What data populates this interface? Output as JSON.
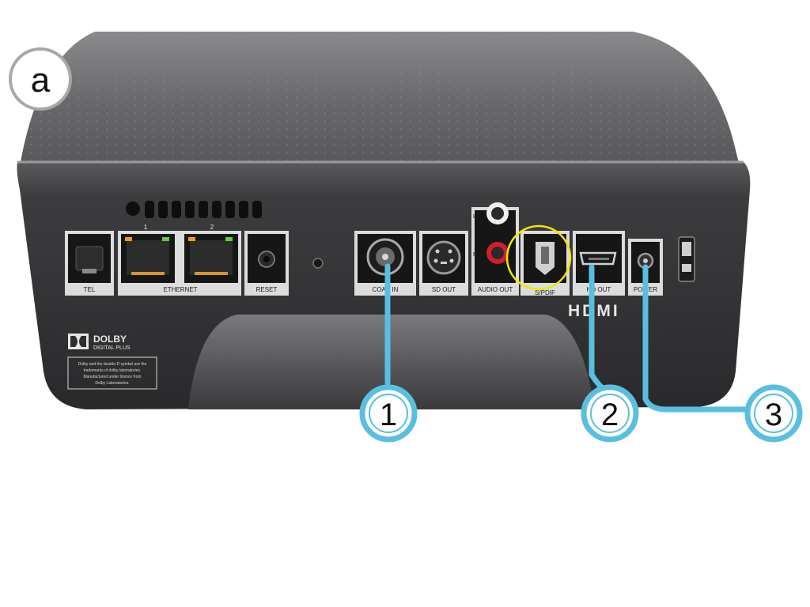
{
  "figure_label": "a",
  "ports": {
    "tel": "TEL",
    "ethernet": "ETHERNET",
    "eth1": "1",
    "eth2": "2",
    "reset": "RESET",
    "coax": "COAX IN",
    "sd_out": "SD OUT",
    "audio_out": "AUDIO OUT",
    "audio_l": "L",
    "audio_r": "R",
    "spdif": "S/PDIF",
    "hd_out": "HD OUT",
    "power": "POWER"
  },
  "logos": {
    "dolby": "DOLBY",
    "dolby_sub": "DIGITAL PLUS",
    "hdmi": "HDMI"
  },
  "dolby_notice": [
    "Dolby and the double-D symbol are the",
    "trademarks of dolby laboratories.",
    "Manufactured under licence from",
    "Dolby Laboratories."
  ],
  "callouts": [
    {
      "number": "1",
      "target": "COAX IN"
    },
    {
      "number": "2",
      "target": "HD OUT"
    },
    {
      "number": "3",
      "target": "POWER"
    }
  ],
  "colors": {
    "callout": "#59bfe0",
    "highlight": "#f2e600",
    "body": "#4a4a4c",
    "top": "#6e6e70"
  }
}
